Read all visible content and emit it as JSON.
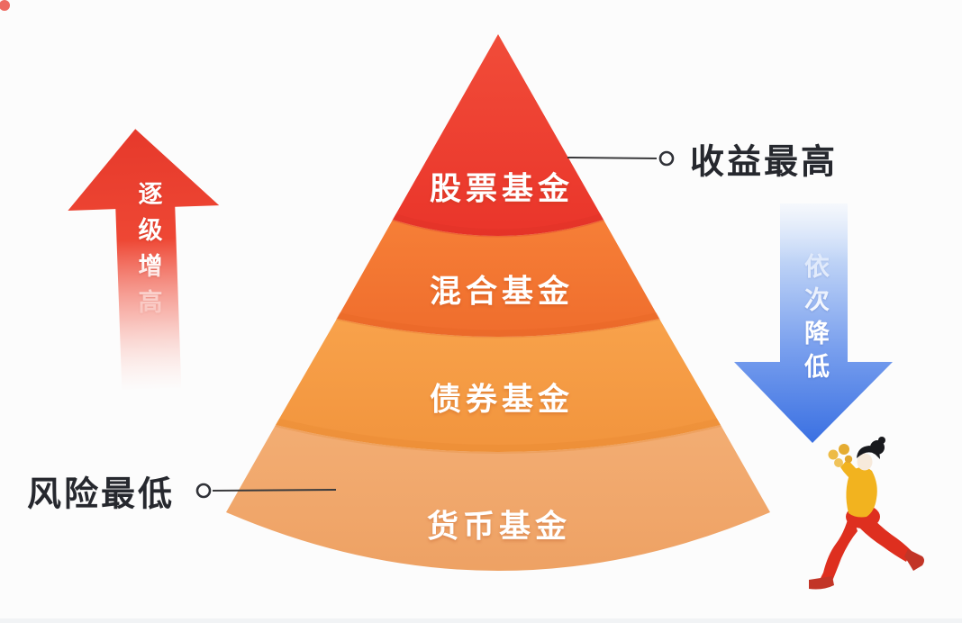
{
  "background": "#FCFCFC",
  "pyramid": {
    "label_color": "#FFFFFF",
    "layers": [
      {
        "label": "股票基金",
        "color_top": "#F14C39",
        "color_bottom": "#E93329"
      },
      {
        "label": "混合基金",
        "color_top": "#F67F37",
        "color_bottom": "#EE6A2B"
      },
      {
        "label": "债券基金",
        "color_top": "#F8A24B",
        "color_bottom": "#F0913A"
      },
      {
        "label": "货币基金",
        "color_top": "#F3AD73",
        "color_bottom": "#EC9D5E"
      }
    ]
  },
  "callouts": {
    "top": {
      "label": "收益最高"
    },
    "bottom": {
      "label": "风险最低"
    },
    "text_color": "#26282E",
    "line_color": "#3A3A3C"
  },
  "arrows": {
    "left": {
      "label": "逐级增高",
      "direction": "up",
      "color": "#E6392B"
    },
    "right": {
      "label": "依次降低",
      "direction": "down",
      "color": "#3A70E2"
    }
  },
  "illustration": {
    "name": "woman-running-holding-gold-coins"
  }
}
